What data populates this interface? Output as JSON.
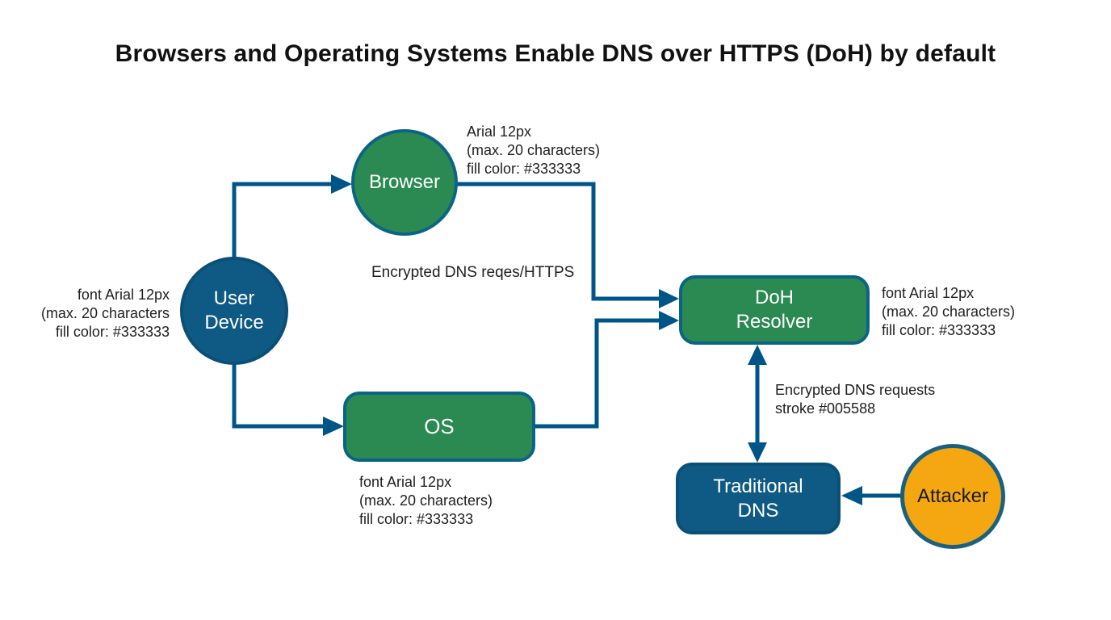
{
  "title": "Browsers and Operating Systems Enable DNS over HTTPS (DoH) by default",
  "colors": {
    "green_fill": "#2a8a52",
    "blue_fill": "#0f5a85",
    "orange_fill": "#f4a711",
    "line_stroke": "#005588",
    "node_text": "#ffffff",
    "annotation_text": "#1f1f1f"
  },
  "nodes": {
    "user_device": {
      "line1": "User",
      "line2": "Device",
      "shape": "circle",
      "fill": "#0f5a85"
    },
    "browser": {
      "label": "Browser",
      "shape": "circle",
      "fill": "#2a8a52"
    },
    "os": {
      "label": "OS",
      "shape": "rounded-rect",
      "fill": "#2a8a52"
    },
    "doh_resolver": {
      "line1": "DoH",
      "line2": "Resolver",
      "shape": "rounded-rect",
      "fill": "#2a8a52"
    },
    "traditional_dns": {
      "line1": "Traditional",
      "line2": "DNS",
      "shape": "rounded-rect",
      "fill": "#0f5a85"
    },
    "attacker": {
      "label": "Attacker",
      "shape": "circle",
      "fill": "#f4a711"
    }
  },
  "edges": [
    {
      "name": "user-device-to-browser",
      "from": "user_device",
      "to": "browser",
      "arrow": "single"
    },
    {
      "name": "user-device-to-os",
      "from": "user_device",
      "to": "os",
      "arrow": "single"
    },
    {
      "name": "browser-to-doh-resolver",
      "from": "browser",
      "to": "doh_resolver",
      "arrow": "single"
    },
    {
      "name": "os-to-doh-resolver",
      "from": "os",
      "to": "doh_resolver",
      "arrow": "single"
    },
    {
      "name": "doh-resolver-traditional-dns",
      "from": "doh_resolver",
      "to": "traditional_dns",
      "arrow": "double"
    },
    {
      "name": "attacker-to-traditional-dns",
      "from": "attacker",
      "to": "traditional_dns",
      "arrow": "single"
    }
  ],
  "annotations": {
    "browser_note": {
      "line1": "Arial 12px",
      "line2": "(max. 20 characters)",
      "line3": "fill color: #333333"
    },
    "user_note": {
      "line1": "font Arial 12px",
      "line2": "(max. 20 characters",
      "line3": "fill color: #333333"
    },
    "doh_note": {
      "line1": "font Arial 12px",
      "line2": "(max. 20 characters)",
      "line3": "fill color: #333333"
    },
    "os_note": {
      "line1": "font Arial 12px",
      "line2": "(max. 20 characters)",
      "line3": "fill color: #333333"
    },
    "encrypted_https_label": "Encrypted DNS reqes/HTTPS",
    "encrypted_requests_note": {
      "line1": "Encrypted DNS requests",
      "line2": "stroke #005588"
    }
  }
}
